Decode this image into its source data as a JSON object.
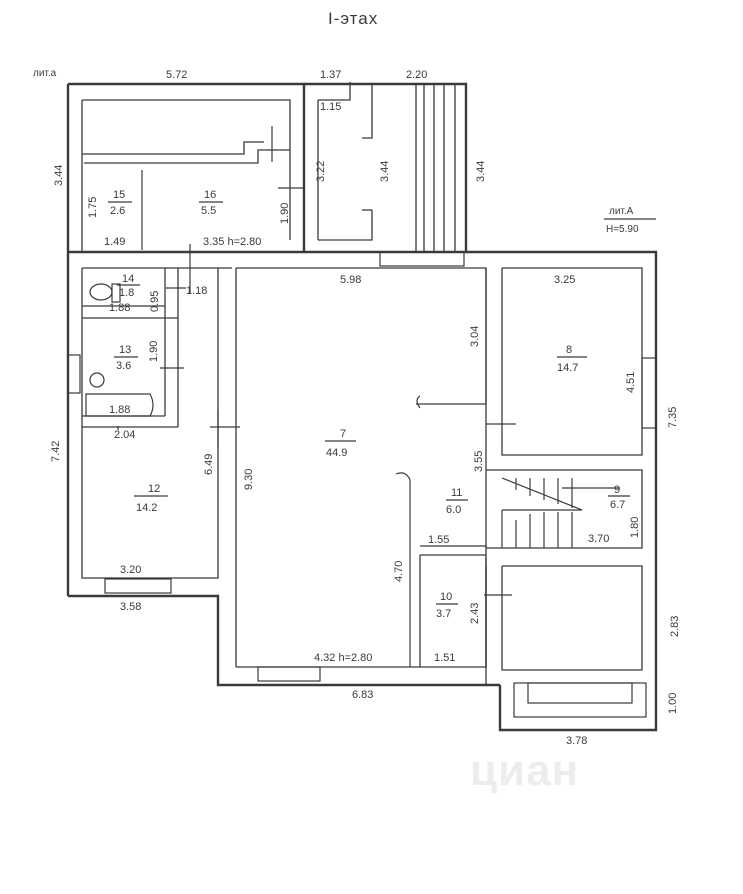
{
  "title": "I-этах",
  "labels": {
    "lit_a_small": "лит.а",
    "lit_A_big": "лит.А",
    "height_big": "H=5.90",
    "watermark": "циан"
  },
  "rooms": [
    {
      "num": "7",
      "area": "44.9"
    },
    {
      "num": "8",
      "area": "14.7"
    },
    {
      "num": "9",
      "area": "6.7"
    },
    {
      "num": "10",
      "area": "3.7"
    },
    {
      "num": "11",
      "area": "6.0"
    },
    {
      "num": "12",
      "area": "14.2"
    },
    {
      "num": "13",
      "area": "3.6"
    },
    {
      "num": "14",
      "area": "1.8"
    },
    {
      "num": "15",
      "area": "2.6"
    },
    {
      "num": "16",
      "area": "5.5"
    }
  ],
  "dims": {
    "d572": "5.72",
    "d137": "1.37",
    "d220": "2.20",
    "d115": "1.15",
    "d344a": "3.44",
    "d322": "3.22",
    "d344b": "3.44",
    "d344c": "3.44",
    "d175": "1.75",
    "d190a": "1.90",
    "d149": "1.49",
    "d335": "3.35 h=2.80",
    "d598": "5.98",
    "d325": "3.25",
    "d304": "3.04",
    "d451": "4.51",
    "d735": "7.35",
    "d118": "1.18",
    "d095": "0.95",
    "d188a": "1.88",
    "d190b": "1.90",
    "d188b": "1.88",
    "d204": "2.04",
    "d742": "7.42",
    "d649": "6.49",
    "d930": "9.30",
    "d355": "3.55",
    "d180": "1.80",
    "d370": "3.70",
    "d155": "1.55",
    "d470": "4.70",
    "d243": "2.43",
    "d283": "2.83",
    "d320": "3.20",
    "d358": "3.58",
    "d432": "4.32 h=2.80",
    "d151": "1.51",
    "d683": "6.83",
    "d100": "1.00",
    "d378": "3.78"
  }
}
